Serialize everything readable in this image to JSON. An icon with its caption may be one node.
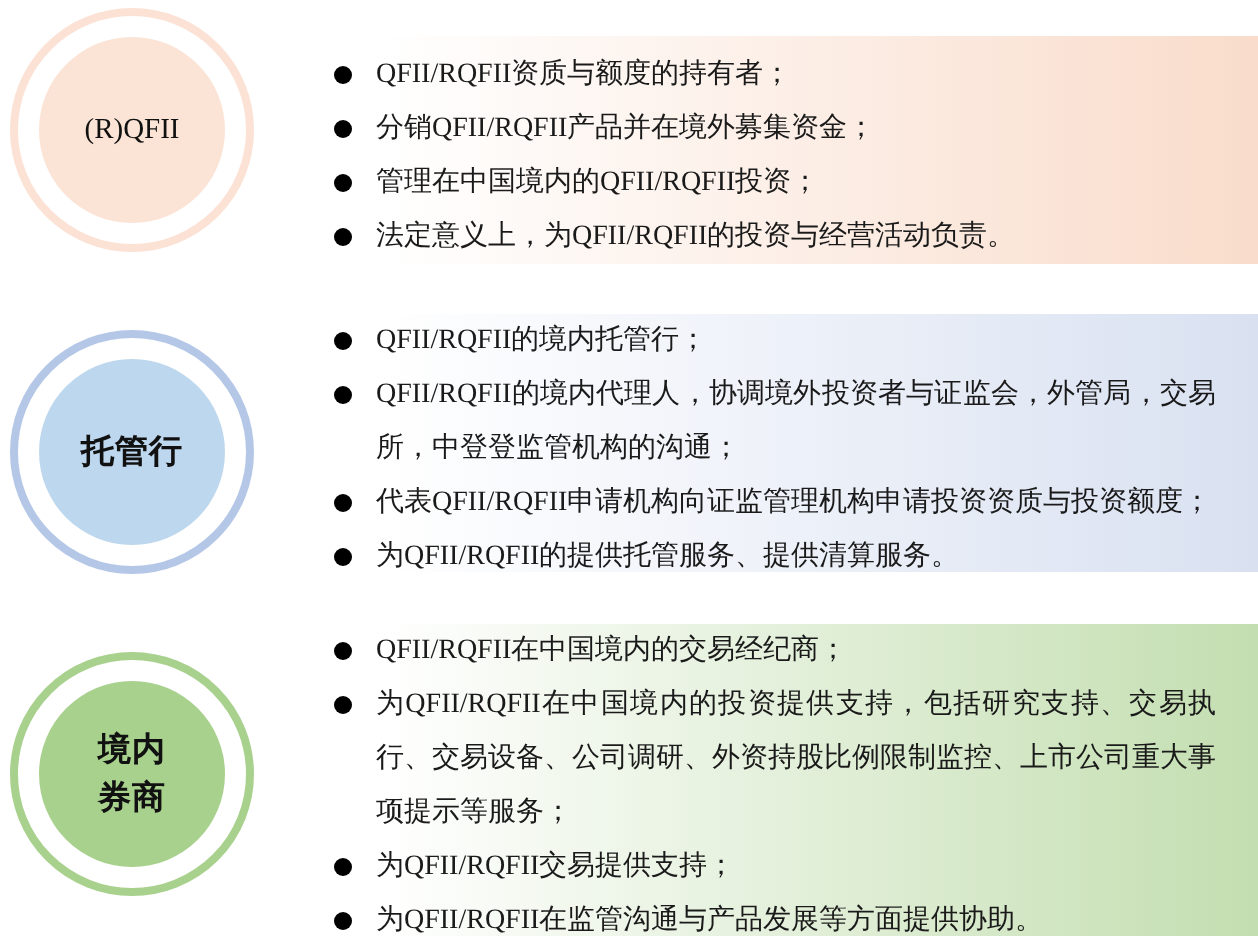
{
  "diagram": {
    "nodes": [
      {
        "text": [
          "(R)QFII"
        ]
      },
      {
        "text": [
          "QFII/RQFII资质与额度的持有者；",
          "分销QFII/RQFII产品并在境外募集资金；",
          "管理在中国境内的QFII/RQFII投资；",
          "法定意义上，为QFII/RQFII的投资与经营活动负责。"
        ]
      },
      {
        "text": [
          "托管行"
        ]
      },
      {
        "text": [
          "QFII/RQFII的境内托管行；",
          "QFII/RQFII的境内代理人，协调境外投资者与证监会，外管局，交易所，中登登监管机构的沟通；",
          "代表QFII/RQFII申请机构向证监管理机构申请投资资质与投资额度；",
          "为QFII/RQFII的提供托管服务、提供清算服务。"
        ]
      },
      {
        "text": [
          "境内券商"
        ]
      },
      {
        "text": [
          "QFII/RQFII在中国境内的交易经纪商；",
          "为QFII/RQFII在中国境内的投资提供支持，包括研究支持、交易执行、交易设备、公司调研、外资持股比例限制监控、上市公司重大事项提示等服务；",
          "为QFII/RQFII交易提供支持；",
          "为QFII/RQFII在监管沟通与产品发展等方面提供协助。"
        ]
      }
    ]
  }
}
